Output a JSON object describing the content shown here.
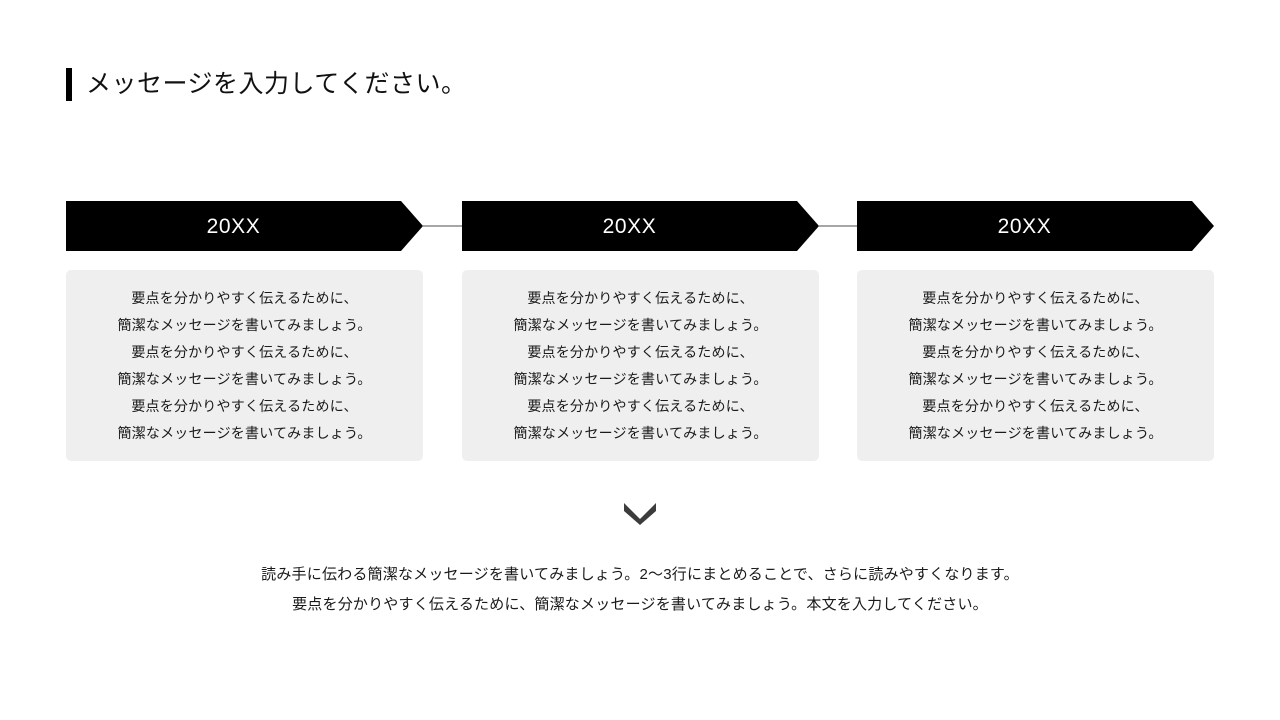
{
  "slide": {
    "title": "メッセージを入力してください。",
    "accent_color": "#000000",
    "background_color": "#ffffff"
  },
  "timeline": {
    "connector_color": "#a6a6a6",
    "steps": [
      {
        "year_label": "20XX",
        "body_text": "要点を分かりやすく伝えるために、\n簡潔なメッセージを書いてみましょう。\n要点を分かりやすく伝えるために、\n簡潔なメッセージを書いてみましょう。\n要点を分かりやすく伝えるために、\n簡潔なメッセージを書いてみましょう。",
        "card_color": "#efefef"
      },
      {
        "year_label": "20XX",
        "body_text": "要点を分かりやすく伝えるために、\n簡潔なメッセージを書いてみましょう。\n要点を分かりやすく伝えるために、\n簡潔なメッセージを書いてみましょう。\n要点を分かりやすく伝えるために、\n簡潔なメッセージを書いてみましょう。",
        "card_color": "#efefef"
      },
      {
        "year_label": "20XX",
        "body_text": "要点を分かりやすく伝えるために、\n簡潔なメッセージを書いてみましょう。\n要点を分かりやすく伝えるために、\n簡潔なメッセージを書いてみましょう。\n要点を分かりやすく伝えるために、\n簡潔なメッセージを書いてみましょう。",
        "card_color": "#efefef"
      }
    ]
  },
  "divider": {
    "icon": "chevron-down-icon",
    "color": "#3c3c3c"
  },
  "summary": {
    "text": "読み手に伝わる簡潔なメッセージを書いてみましょう。2〜3行にまとめることで、さらに読みやすくなります。\n要点を分かりやすく伝えるために、簡潔なメッセージを書いてみましょう。本文を入力してください。"
  }
}
